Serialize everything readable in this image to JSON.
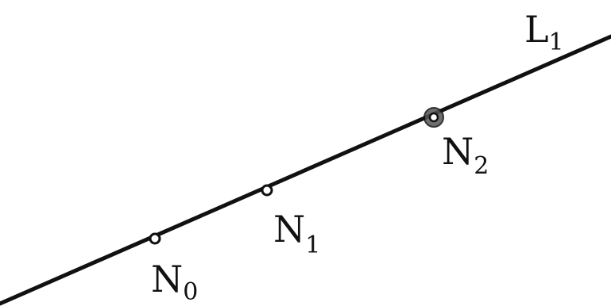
{
  "line": {
    "label": "L",
    "label_sub": "1",
    "color": "#111111"
  },
  "nodes": [
    {
      "name": "N",
      "sub": "0"
    },
    {
      "name": "N",
      "sub": "1"
    },
    {
      "name": "N",
      "sub": "2"
    }
  ]
}
